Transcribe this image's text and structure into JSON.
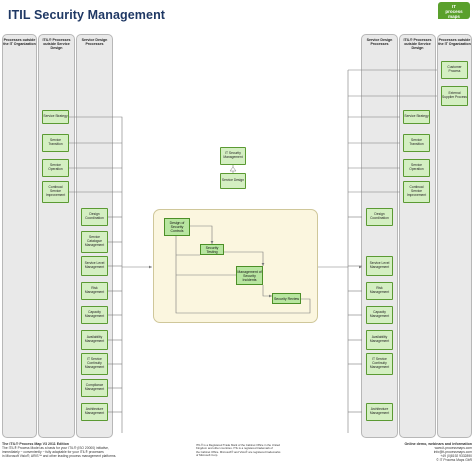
{
  "title": "ITIL Security Management",
  "logo": {
    "line1": "IT",
    "line2": "process",
    "line3": "maps"
  },
  "lanes": {
    "l1": "Processes outside the IT Organization",
    "l2": "ITIL® Processes outside Service Design",
    "l3": "Service Design Processes",
    "r1": "Service Design Processes",
    "r2": "ITIL® Processes outside Service Design",
    "r3": "Processes outside the IT Organization"
  },
  "left_outside_sd": [
    "Service Strategy",
    "Service Transition",
    "Service Operation",
    "Continual Service Improvement"
  ],
  "left_sd": [
    "Design Coordination",
    "Service Catalogue Management",
    "Service Level Management",
    "Risk Management",
    "Capacity Management",
    "Availability Management",
    "IT Service Continuity Management",
    "Compliance Management",
    "Architecture Management"
  ],
  "right_outside_it": [
    "Customer Process",
    "External Supplier Process"
  ],
  "right_outside_sd": [
    "Service Strategy",
    "Service Transition",
    "Service Operation",
    "Continual Service Improvement"
  ],
  "right_sd": [
    "Design Coordination",
    "Service Level Management",
    "Risk Management",
    "Capacity Management",
    "Availability Management",
    "IT Service Continuity Management",
    "Architecture Management"
  ],
  "top_center": {
    "process": "IT Security Management",
    "parent": "Service Design"
  },
  "center_processes": [
    "Design of Security Controls",
    "Security Testing",
    "Management of Security Incidents",
    "Security Review"
  ],
  "footer": {
    "left_title": "The ITIL® Process Map V3 2011 Edition",
    "left_lines": [
      "The ITIL® Process Model as a basis for your ITIL® (ISO 20000) initiative,",
      "immediately ~ conveniently ~ fully adaptable for your ITIL® processes",
      "in Microsoft Visio®, ARIS™ and other leading process management platforms."
    ],
    "mid_lines": [
      "ITIL® is a Registered Trade Mark of the Cabinet Office in the United",
      "Kingdom and other countries. ITIL is a registered trademark of",
      "the Cabinet Office. Microsoft® and Visio® are registered trademarks",
      "of Microsoft Corp."
    ],
    "right_title": "Online demo, webinars and information",
    "right_lines": [
      "www.it-processmaps.com",
      "info@it-processmaps.com",
      "+49 (0)8192 9332890",
      "© IT Process Maps GbR"
    ]
  }
}
